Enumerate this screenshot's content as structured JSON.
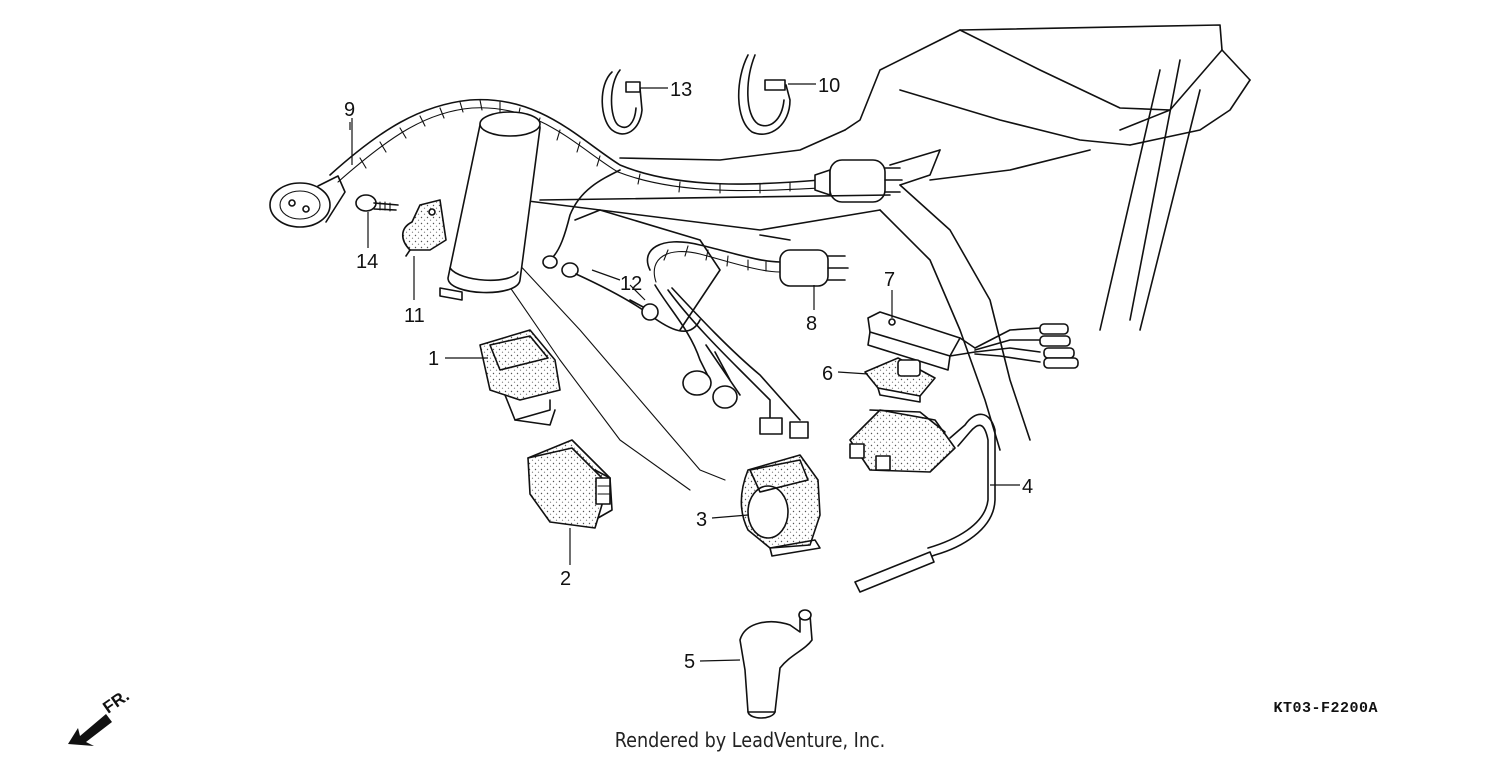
{
  "diagram": {
    "callouts": [
      {
        "id": "1",
        "label": "1"
      },
      {
        "id": "2",
        "label": "2"
      },
      {
        "id": "3",
        "label": "3"
      },
      {
        "id": "4",
        "label": "4"
      },
      {
        "id": "5",
        "label": "5"
      },
      {
        "id": "6",
        "label": "6"
      },
      {
        "id": "7",
        "label": "7"
      },
      {
        "id": "8",
        "label": "8"
      },
      {
        "id": "9",
        "label": "9"
      },
      {
        "id": "10",
        "label": "10"
      },
      {
        "id": "11",
        "label": "11"
      },
      {
        "id": "12",
        "label": "12"
      },
      {
        "id": "13",
        "label": "13"
      },
      {
        "id": "14",
        "label": "14"
      }
    ],
    "direction_label": "FR.",
    "diagram_code": "KT03-F2200A",
    "credit": "Rendered by LeadVenture, Inc."
  },
  "colors": {
    "line": "#111111",
    "background": "#ffffff"
  }
}
